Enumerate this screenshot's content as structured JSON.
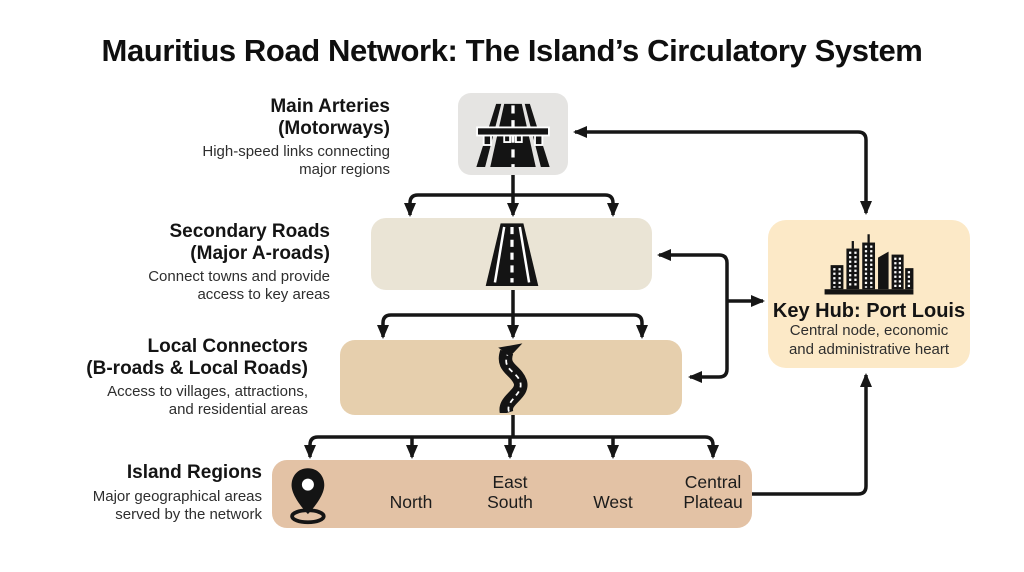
{
  "title": "Mauritius Road Network: The Island’s Circulatory System",
  "levels": [
    {
      "heading1": "Main Arteries",
      "heading2": "(Motorways)",
      "desc1": "High-speed links connecting",
      "desc2": "major regions",
      "icon": "motorway-icon",
      "box_color": "#e5e4e2"
    },
    {
      "heading1": "Secondary Roads",
      "heading2": "(Major A-roads)",
      "desc1": "Connect towns and provide",
      "desc2": "access to key areas",
      "icon": "straight-road-icon",
      "box_color": "#eae4d5"
    },
    {
      "heading1": "Local Connectors",
      "heading2": "(B-roads & Local Roads)",
      "desc1": "Access to villages, attractions,",
      "desc2": "and residential areas",
      "icon": "winding-road-icon",
      "box_color": "#e6cfad"
    },
    {
      "heading1": "Island Regions",
      "heading2": "",
      "desc1": "Major geographical areas",
      "desc2": "served by the network",
      "icon": "map-pin-icon",
      "box_color": "#e3c2a5"
    }
  ],
  "regions": [
    {
      "label": "North"
    },
    {
      "label": "East\nSouth"
    },
    {
      "label": "West"
    },
    {
      "label": "Central\nPlateau"
    }
  ],
  "hub": {
    "title": "Key Hub: Port Louis",
    "desc1": "Central node, economic",
    "desc2": "and administrative heart",
    "icon": "city-skyline-icon",
    "box_color": "#fce9c7"
  },
  "colors": {
    "arrow": "#161616",
    "heading_text": "#141414",
    "body_text": "#2e2e2e",
    "background": "#ffffff"
  }
}
